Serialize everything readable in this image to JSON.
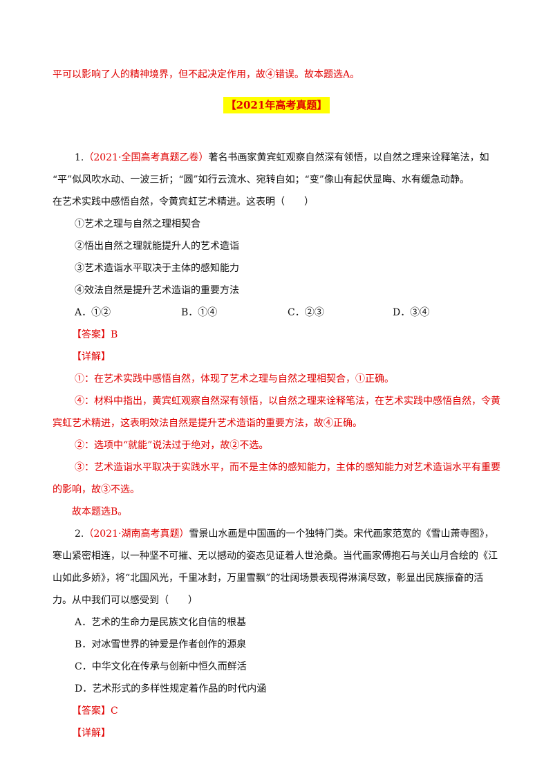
{
  "intro": {
    "line": "平可以影响了人的精神境界，但不起决定作用，故④错误。故本题选A。"
  },
  "section_title": "【2021年高考真题】",
  "q1": {
    "number": "1.",
    "source": "（2021·全国高考真题乙卷）",
    "stem_1": "著名书画家黄宾虹观察自然深有领悟，以自然之理来诠释笔法，如",
    "stem_2": "“平”似风吹水动、一波三折；“圆”如行云流水、宛转自如；“变”像山有起伏显晦、水有缓急动静。",
    "stem_3": "在艺术实践中感悟自然，令黄宾虹艺术精进。这表明（　　）",
    "statements": [
      "①艺术之理与自然之理相契合",
      "②悟出自然之理就能提升人的艺术造诣",
      "③艺术造诣水平取决于主体的感知能力",
      "④效法自然是提升艺术造诣的重要方法"
    ],
    "options": [
      "A．①②",
      "B．①④",
      "C．②③",
      "D．③④"
    ],
    "answer": "【答案】B",
    "detail_label": "【详解】",
    "detail": [
      "①：在艺术实践中感悟自然，体现了艺术之理与自然之理相契合，①正确。",
      "④：材料中指出，黄宾虹观察自然深有领悟，以自然之理来诠释笔法，在艺术实践中感悟自然，令黄",
      "宾虹艺术精进，这表明效法自然是提升艺术造诣的重要方法，故④正确。",
      "②：选项中“就能”说法过于绝对，故②不选。",
      "③：艺术造诣水平取决于实践水平，而不是主体的感知能力，主体的感知能力对艺术造诣水平有重要",
      "的影响，故③不选。"
    ],
    "conclusion": "故本题选B。"
  },
  "q2": {
    "number": "2.",
    "source": "（2021·湖南高考真题）",
    "stem_1": "雪景山水画是中国画的一个独特门类。宋代画家范宽的《雪山萧寺图》，",
    "stem_2": "寒山紧密相连，以一种坚不可摧、无以撼动的姿态见证着人世沧桑。当代画家傅抱石与关山月合绘的《江",
    "stem_3": "山如此多娇》，将“北国风光，千里冰封，万里雪飘”的壮阔场景表现得淋漓尽致，彰显出民族振奋的活",
    "stem_4": "力。从中我们可以感受到（　　）",
    "options": [
      "A．艺术的生命力是民族文化自信的根基",
      "B．对冰雪世界的钟爱是作者创作的源泉",
      "C．中华文化在传承与创新中恒久而鲜活",
      "D．艺术形式的多样性规定着作品的时代内涵"
    ],
    "answer": "【答案】C",
    "detail_label": "【详解】"
  }
}
